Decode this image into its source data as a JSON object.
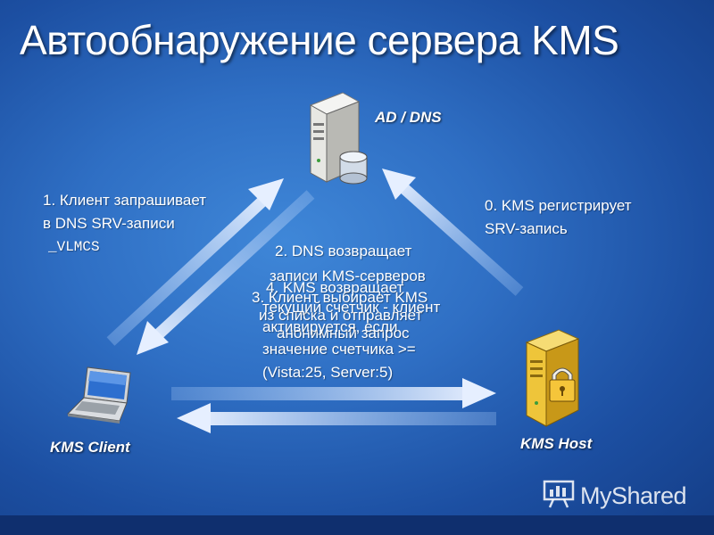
{
  "slide": {
    "title": "Автообнаружение сервера KMS"
  },
  "nodes": {
    "ad_dns": "AD / DNS",
    "kms_client": "KMS Client",
    "kms_host": "KMS Host"
  },
  "steps": {
    "step0": [
      "0. KMS регистрирует",
      "SRV-запись"
    ],
    "step1": [
      "1. Клиент запрашивает",
      "в DNS SRV-записи",
      "_VLMCS"
    ],
    "step2": [
      "2. DNS возвращает",
      "записи KMS-серверов"
    ],
    "step3": [
      "3. Клиент выбирает KMS",
      "из списка и отправляет",
      "анонимный запрос"
    ],
    "step4": [
      "4. KMS возвращает",
      "текущий счетчик - клиент",
      "активируется, если",
      "значение счетчика >=",
      "(Vista:25, Server:5)"
    ]
  },
  "watermark": {
    "text": "MyShared"
  },
  "icons": {
    "ad_dns": "server-database-icon",
    "kms_client": "laptop-icon",
    "kms_host": "server-lock-icon",
    "watermark": "presentation-icon"
  }
}
